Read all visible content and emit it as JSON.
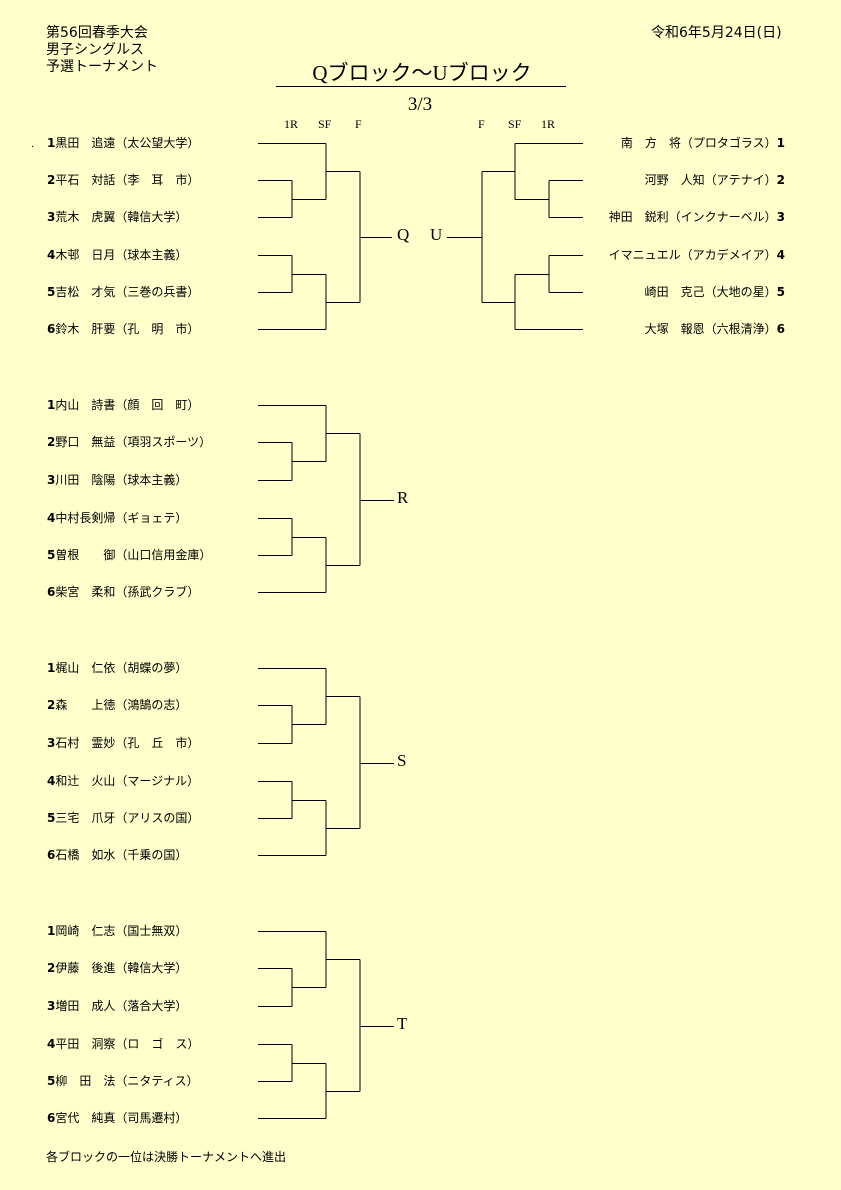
{
  "header": {
    "tournament_lines": [
      "第56回春季大会",
      "男子シングルス",
      "予選トーナメント"
    ],
    "date": "令和6年5月24日(日)",
    "title": "Qブロック～Uブロック",
    "page": "3/3"
  },
  "round_labels": {
    "left": [
      "1R",
      "SF",
      "F"
    ],
    "right": [
      "F",
      "SF",
      "1R"
    ]
  },
  "blocks": [
    {
      "label": "Q",
      "players": [
        {
          "seed": "1",
          "name": "黒田　追遠",
          "club": "（太公望大学）"
        },
        {
          "seed": "2",
          "name": "平石　対話",
          "club": "（李　耳　市）"
        },
        {
          "seed": "3",
          "name": "荒木　虎翼",
          "club": "（韓信大学）"
        },
        {
          "seed": "4",
          "name": "木邨　日月",
          "club": "（球本主義）"
        },
        {
          "seed": "5",
          "name": "吉松　才気",
          "club": "（三巻の兵書）"
        },
        {
          "seed": "6",
          "name": "鈴木　肝要",
          "club": "（孔　明　市）"
        }
      ]
    },
    {
      "label": "U",
      "players": [
        {
          "seed": "1",
          "name": "南　方　将",
          "club": "（プロタゴラス）"
        },
        {
          "seed": "2",
          "name": "河野　人知",
          "club": "（アテナイ）"
        },
        {
          "seed": "3",
          "name": "神田　鋭利",
          "club": "（インクナーベル）"
        },
        {
          "seed": "4",
          "name": "イマニュエル",
          "club": "（アカデメイア）"
        },
        {
          "seed": "5",
          "name": "崎田　克己",
          "club": "（大地の星）"
        },
        {
          "seed": "6",
          "name": "大塚　報恩",
          "club": "（六根清浄）"
        }
      ]
    },
    {
      "label": "R",
      "players": [
        {
          "seed": "1",
          "name": "内山　詩書",
          "club": "（顔　回　町）"
        },
        {
          "seed": "2",
          "name": "野口　無益",
          "club": "（項羽スポーツ）"
        },
        {
          "seed": "3",
          "name": "川田　陰陽",
          "club": "（球本主義）"
        },
        {
          "seed": "4",
          "name": "中村長剣帰",
          "club": "（ギョェテ）"
        },
        {
          "seed": "5",
          "name": "曽根　　御",
          "club": "（山口信用金庫）"
        },
        {
          "seed": "6",
          "name": "柴宮　柔和",
          "club": "（孫武クラブ）"
        }
      ]
    },
    {
      "label": "S",
      "players": [
        {
          "seed": "1",
          "name": "梶山　仁依",
          "club": "（胡蝶の夢）"
        },
        {
          "seed": "2",
          "name": "森　　上徳",
          "club": "（鴻鵠の志）"
        },
        {
          "seed": "3",
          "name": "石村　霊妙",
          "club": "（孔　丘　市）"
        },
        {
          "seed": "4",
          "name": "和辻　火山",
          "club": "（マージナル）"
        },
        {
          "seed": "5",
          "name": "三宅　爪牙",
          "club": "（アリスの国）"
        },
        {
          "seed": "6",
          "name": "石橋　如水",
          "club": "（千乗の国）"
        }
      ]
    },
    {
      "label": "T",
      "players": [
        {
          "seed": "1",
          "name": "岡崎　仁志",
          "club": "（国士無双）"
        },
        {
          "seed": "2",
          "name": "伊藤　後進",
          "club": "（韓信大学）"
        },
        {
          "seed": "3",
          "name": "増田　成人",
          "club": "（落合大学）"
        },
        {
          "seed": "4",
          "name": "平田　洞察",
          "club": "（ロ　ゴ　ス）"
        },
        {
          "seed": "5",
          "name": "柳　田　法",
          "club": "（ニタティス）"
        },
        {
          "seed": "6",
          "name": "宮代　純真",
          "club": "（司馬遷村）"
        }
      ]
    }
  ],
  "footnote": "各ブロックの一位は決勝トーナメントへ進出"
}
